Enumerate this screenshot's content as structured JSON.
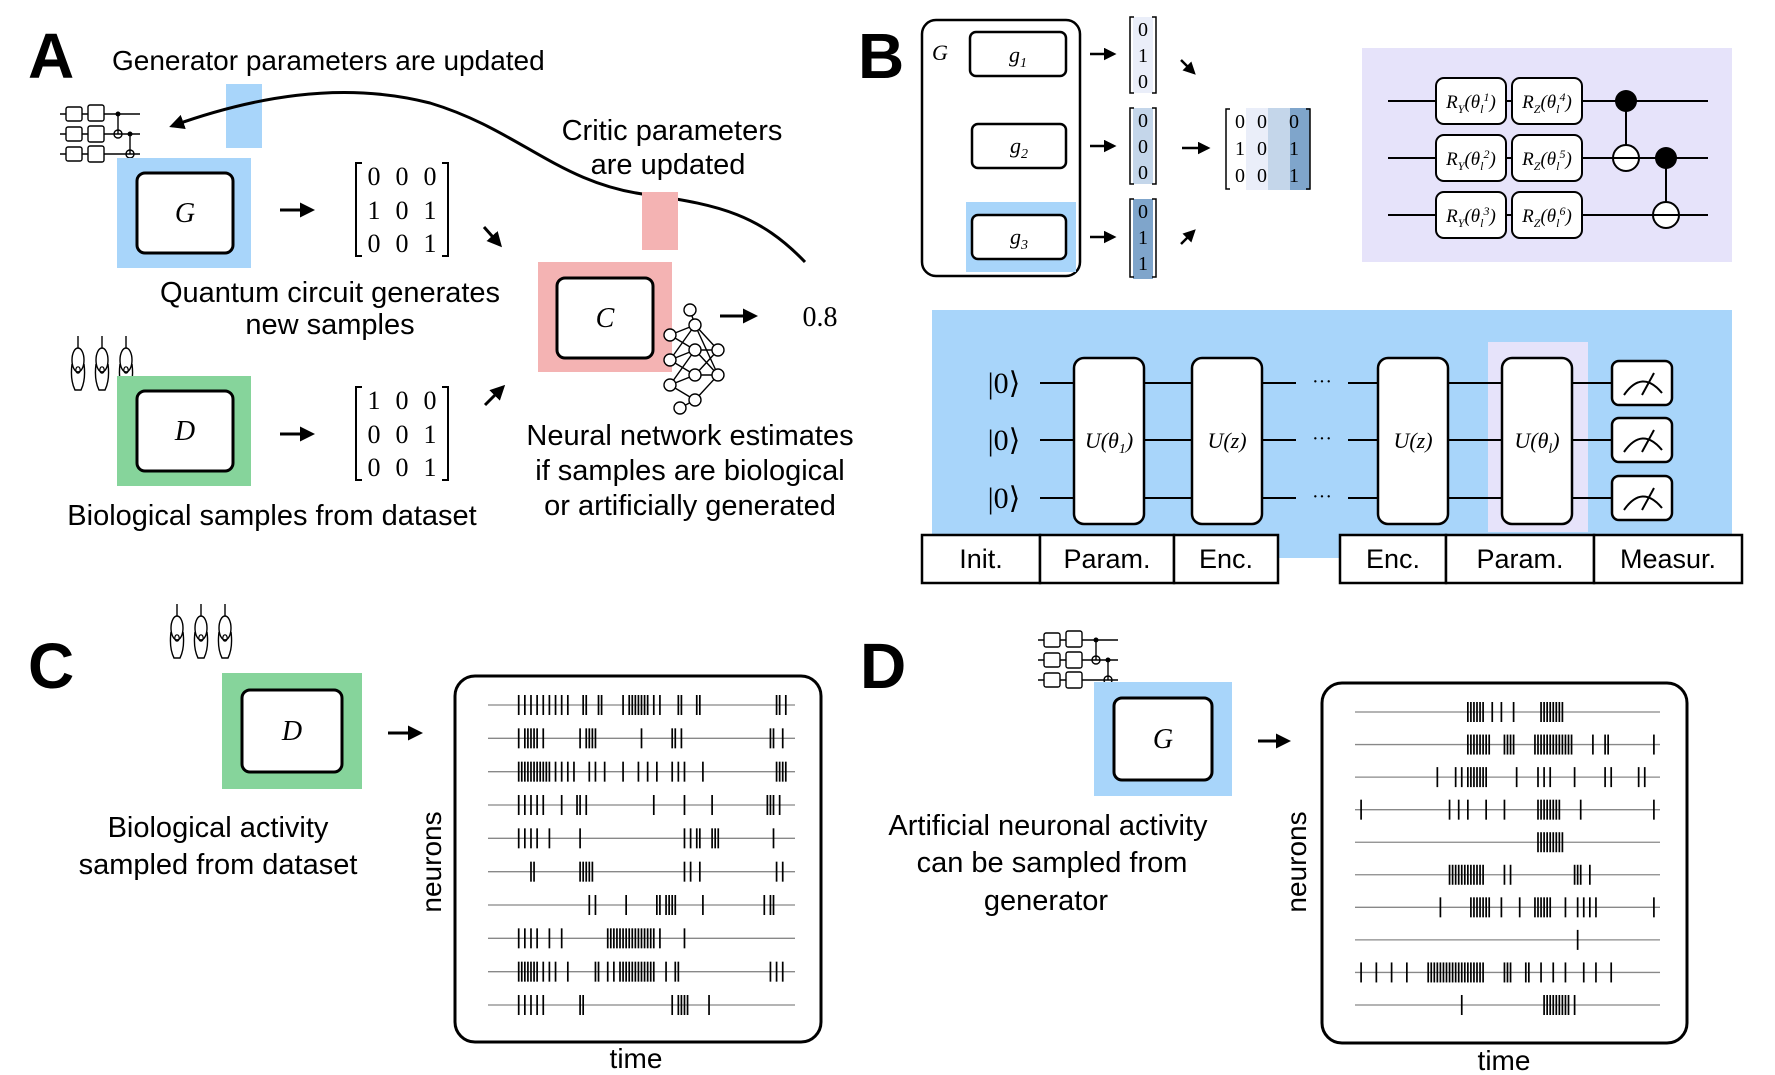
{
  "panels": {
    "a": {
      "letter": "A",
      "gen_updated": "Generator parameters are updated",
      "critic_updated_l1": "Critic parameters",
      "critic_updated_l2": "are updated",
      "gen_box": "G",
      "disc_box": "D",
      "critic_box": "C",
      "gen_matrix": [
        [
          "0",
          "0",
          "0"
        ],
        [
          "1",
          "0",
          "1"
        ],
        [
          "0",
          "0",
          "1"
        ]
      ],
      "data_matrix": [
        [
          "1",
          "0",
          "0"
        ],
        [
          "0",
          "0",
          "1"
        ],
        [
          "0",
          "0",
          "1"
        ]
      ],
      "quantum_l1": "Quantum circuit generates",
      "quantum_l2": "new samples",
      "bio_samples": "Biological samples from dataset",
      "nn_l1": "Neural network estimates",
      "nn_l2": "if samples are biological",
      "nn_l3": "or artificially generated",
      "score": "0.8"
    },
    "b": {
      "letter": "B",
      "g_label": "G",
      "sub_main": "g",
      "subs": [
        "1",
        "2",
        "3"
      ],
      "vectors": [
        [
          "0",
          "1",
          "0"
        ],
        [
          "0",
          "0",
          "0"
        ],
        [
          "0",
          "1",
          "1"
        ]
      ],
      "result": [
        [
          "0",
          "0",
          "0"
        ],
        [
          "1",
          "0",
          "1"
        ],
        [
          "0",
          "0",
          "1"
        ]
      ],
      "ry": [
        "1",
        "2",
        "3"
      ],
      "rz": [
        "4",
        "5",
        "6"
      ],
      "rot_y": "R",
      "rot_y_sub": "Y",
      "rot_z": "R",
      "rot_z_sub": "Z",
      "theta": "θ",
      "theta_sub": "l",
      "ket": "|0⟩",
      "u1_main": "U(θ",
      "u1_sub": "1",
      "u1_close": ")",
      "uz": "U(z)",
      "ul_main": "U(θ",
      "ul_sub": "l",
      "ul_close": ")",
      "dots": "···",
      "stages_left": [
        "Init.",
        "Param.",
        "Enc."
      ],
      "stages_right": [
        "Enc.",
        "Param.",
        "Measur."
      ]
    },
    "c": {
      "letter": "C",
      "box": "D",
      "caption_l1": "Biological activity",
      "caption_l2": "sampled from dataset",
      "ylabel": "neurons",
      "xlabel": "time"
    },
    "d": {
      "letter": "D",
      "box": "G",
      "caption_l1": "Artificial neuronal activity",
      "caption_l2": "can be sampled from",
      "caption_l3": "generator",
      "ylabel": "neurons",
      "xlabel": "time"
    }
  },
  "colors": {
    "generator": "#a8d5fa",
    "discriminator": "#86d49b",
    "critic": "#f4b3b3",
    "circuit_bg": "#e6e3fa",
    "vec_light": "#eaeef9",
    "vec_mid": "#c4d6ea",
    "vec_dark": "#7fa5cb"
  },
  "chart_data": [
    {
      "type": "raster",
      "panel": "C",
      "xlabel": "time",
      "ylabel": "neurons",
      "spikes": [
        [
          0.1,
          0.12,
          0.14,
          0.16,
          0.18,
          0.2,
          0.22,
          0.24,
          0.26,
          0.31,
          0.32,
          0.36,
          0.37,
          0.44,
          0.46,
          0.47,
          0.48,
          0.49,
          0.5,
          0.51,
          0.52,
          0.54,
          0.56,
          0.62,
          0.63,
          0.68,
          0.69,
          0.94,
          0.95,
          0.97
        ],
        [
          0.1,
          0.12,
          0.13,
          0.14,
          0.15,
          0.16,
          0.18,
          0.3,
          0.32,
          0.33,
          0.34,
          0.35,
          0.5,
          0.6,
          0.61,
          0.63,
          0.92,
          0.93,
          0.96
        ],
        [
          0.1,
          0.11,
          0.12,
          0.13,
          0.14,
          0.15,
          0.16,
          0.17,
          0.18,
          0.19,
          0.2,
          0.22,
          0.24,
          0.26,
          0.28,
          0.33,
          0.35,
          0.38,
          0.44,
          0.49,
          0.52,
          0.55,
          0.6,
          0.62,
          0.64,
          0.7,
          0.94,
          0.95,
          0.96,
          0.97
        ],
        [
          0.1,
          0.12,
          0.14,
          0.16,
          0.18,
          0.24,
          0.29,
          0.3,
          0.32,
          0.54,
          0.64,
          0.73,
          0.91,
          0.92,
          0.93,
          0.95
        ],
        [
          0.1,
          0.12,
          0.14,
          0.16,
          0.2,
          0.3,
          0.64,
          0.66,
          0.68,
          0.69,
          0.73,
          0.74,
          0.75,
          0.93
        ],
        [
          0.14,
          0.15,
          0.3,
          0.31,
          0.32,
          0.33,
          0.34,
          0.64,
          0.66,
          0.69,
          0.94,
          0.96
        ],
        [
          0.33,
          0.35,
          0.45,
          0.55,
          0.56,
          0.58,
          0.59,
          0.6,
          0.61,
          0.7,
          0.9,
          0.92,
          0.93
        ],
        [
          0.1,
          0.12,
          0.14,
          0.16,
          0.2,
          0.24,
          0.39,
          0.4,
          0.41,
          0.42,
          0.43,
          0.44,
          0.45,
          0.46,
          0.47,
          0.48,
          0.49,
          0.5,
          0.51,
          0.52,
          0.53,
          0.54,
          0.56,
          0.64
        ],
        [
          0.1,
          0.11,
          0.12,
          0.13,
          0.14,
          0.15,
          0.16,
          0.18,
          0.2,
          0.22,
          0.26,
          0.35,
          0.36,
          0.39,
          0.41,
          0.43,
          0.44,
          0.45,
          0.46,
          0.47,
          0.48,
          0.49,
          0.5,
          0.51,
          0.52,
          0.53,
          0.54,
          0.58,
          0.61,
          0.62,
          0.92,
          0.94,
          0.96
        ],
        [
          0.1,
          0.12,
          0.14,
          0.16,
          0.18,
          0.3,
          0.31,
          0.6,
          0.62,
          0.63,
          0.64,
          0.65,
          0.72
        ]
      ]
    },
    {
      "type": "raster",
      "panel": "D",
      "xlabel": "time",
      "ylabel": "neurons",
      "spikes": [
        [
          0.37,
          0.38,
          0.39,
          0.4,
          0.41,
          0.42,
          0.45,
          0.48,
          0.52,
          0.61,
          0.62,
          0.63,
          0.64,
          0.65,
          0.66,
          0.67,
          0.68
        ],
        [
          0.37,
          0.38,
          0.39,
          0.4,
          0.41,
          0.42,
          0.43,
          0.44,
          0.49,
          0.5,
          0.51,
          0.52,
          0.59,
          0.6,
          0.61,
          0.62,
          0.63,
          0.64,
          0.65,
          0.66,
          0.67,
          0.68,
          0.69,
          0.7,
          0.71,
          0.78,
          0.82,
          0.83,
          0.98
        ],
        [
          0.27,
          0.33,
          0.35,
          0.37,
          0.38,
          0.39,
          0.4,
          0.41,
          0.42,
          0.43,
          0.53,
          0.6,
          0.62,
          0.64,
          0.72,
          0.82,
          0.84,
          0.93,
          0.95
        ],
        [
          0.02,
          0.31,
          0.34,
          0.37,
          0.43,
          0.49,
          0.6,
          0.61,
          0.62,
          0.63,
          0.64,
          0.65,
          0.66,
          0.67,
          0.74,
          0.98
        ],
        [
          0.6,
          0.61,
          0.62,
          0.63,
          0.64,
          0.65,
          0.66,
          0.67,
          0.68
        ],
        [
          0.31,
          0.32,
          0.33,
          0.34,
          0.35,
          0.36,
          0.37,
          0.38,
          0.39,
          0.4,
          0.41,
          0.42,
          0.49,
          0.51,
          0.72,
          0.73,
          0.74,
          0.77
        ],
        [
          0.28,
          0.38,
          0.39,
          0.4,
          0.41,
          0.42,
          0.43,
          0.44,
          0.48,
          0.54,
          0.59,
          0.6,
          0.61,
          0.62,
          0.63,
          0.64,
          0.69,
          0.73,
          0.75,
          0.77,
          0.79,
          0.98
        ],
        [
          0.73
        ],
        [
          0.02,
          0.07,
          0.12,
          0.17,
          0.24,
          0.25,
          0.26,
          0.27,
          0.28,
          0.29,
          0.3,
          0.31,
          0.32,
          0.33,
          0.34,
          0.35,
          0.36,
          0.37,
          0.38,
          0.39,
          0.4,
          0.41,
          0.42,
          0.49,
          0.5,
          0.51,
          0.56,
          0.57,
          0.61,
          0.65,
          0.69,
          0.75,
          0.79,
          0.84
        ],
        [
          0.35,
          0.62,
          0.63,
          0.64,
          0.65,
          0.66,
          0.67,
          0.68,
          0.69,
          0.7,
          0.72
        ]
      ]
    }
  ]
}
